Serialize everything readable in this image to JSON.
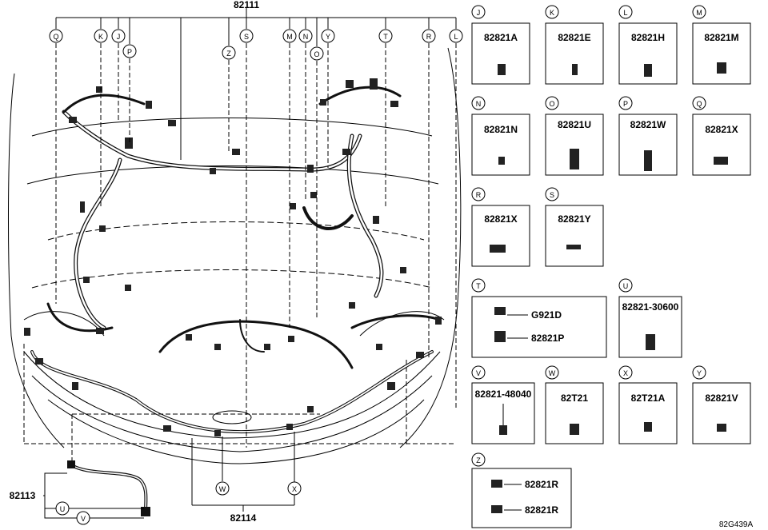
{
  "main_numbers": {
    "harness": "82111",
    "lower_harness": "82114",
    "cable": "82113"
  },
  "callouts_top": [
    "Q",
    "K",
    "J",
    "P",
    "Z",
    "S",
    "M",
    "N",
    "O",
    "Y",
    "T",
    "R",
    "L"
  ],
  "callouts_bottom": [
    "W",
    "X"
  ],
  "callouts_cable": [
    "U",
    "V"
  ],
  "boxes": [
    {
      "letter": "J",
      "code": "82821A"
    },
    {
      "letter": "K",
      "code": "82821E"
    },
    {
      "letter": "L",
      "code": "82821H"
    },
    {
      "letter": "M",
      "code": "82821M"
    },
    {
      "letter": "N",
      "code": "82821N"
    },
    {
      "letter": "O",
      "code": "82821U"
    },
    {
      "letter": "P",
      "code": "82821W"
    },
    {
      "letter": "Q",
      "code": "82821X"
    },
    {
      "letter": "R",
      "code": "82821X"
    },
    {
      "letter": "S",
      "code": "82821Y"
    },
    {
      "letter": "T",
      "codes": [
        "G921D",
        "82821P"
      ]
    },
    {
      "letter": "U",
      "code": "82821-30600"
    },
    {
      "letter": "V",
      "code": "82821-48040"
    },
    {
      "letter": "W",
      "code": "82T21"
    },
    {
      "letter": "X",
      "code": "82T21A"
    },
    {
      "letter": "Y",
      "code": "82821V"
    },
    {
      "letter": "Z",
      "codes": [
        "82821R",
        "82821R"
      ]
    }
  ],
  "figure_id": "82G439A"
}
